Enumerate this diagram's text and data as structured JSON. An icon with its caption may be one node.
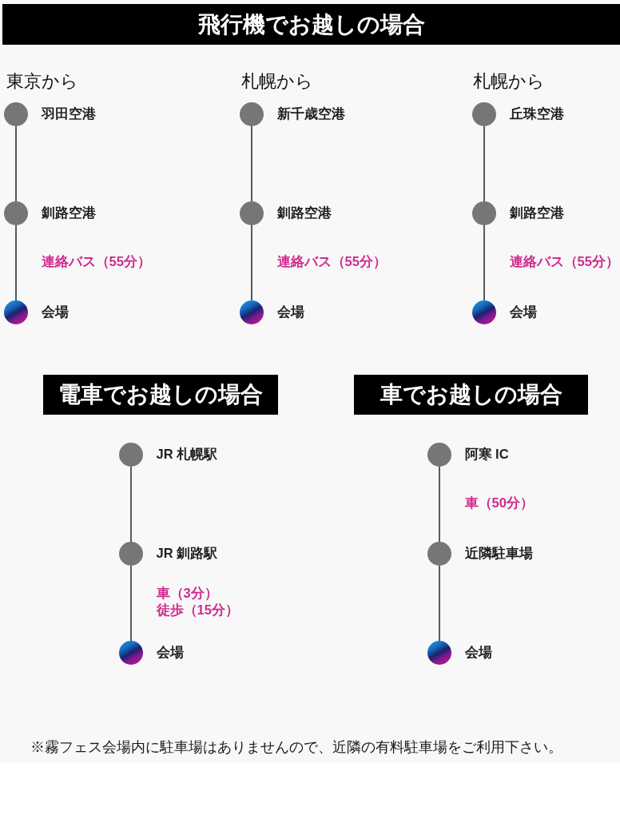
{
  "diagram": {
    "nodes": [
      {
        "text": [
          "飛行機でお越しの場合"
        ]
      },
      {
        "text": [],
        "shape": "circle",
        "beside": [
          "羽田空港"
        ]
      },
      {
        "text": [],
        "shape": "circle",
        "beside": [
          "釧路空港"
        ]
      },
      {
        "text": [],
        "shape": "circle",
        "beside": [
          "会場"
        ]
      },
      {
        "text": [],
        "shape": "circle",
        "beside": [
          "新千歳空港"
        ]
      },
      {
        "text": [],
        "shape": "circle",
        "beside": [
          "釧路空港"
        ]
      },
      {
        "text": [],
        "shape": "circle",
        "beside": [
          "会場"
        ]
      },
      {
        "text": [],
        "shape": "circle",
        "beside": [
          "丘珠空港"
        ]
      },
      {
        "text": [],
        "shape": "circle",
        "beside": [
          "釧路空港"
        ]
      },
      {
        "text": [],
        "shape": "circle",
        "beside": [
          "会場"
        ]
      },
      {
        "text": [
          "電車でお越しの場合"
        ]
      },
      {
        "text": [],
        "shape": "circle",
        "beside": [
          "JR 札幌駅"
        ]
      },
      {
        "text": [],
        "shape": "circle",
        "beside": [
          "JR 釧路駅"
        ]
      },
      {
        "text": [],
        "shape": "circle",
        "beside": [
          "会場"
        ]
      },
      {
        "text": [
          "車でお越しの場合"
        ]
      },
      {
        "text": [],
        "shape": "circle",
        "beside": [
          "阿寒 IC"
        ]
      },
      {
        "text": [],
        "shape": "circle",
        "beside": [
          "近隣駐車場"
        ]
      },
      {
        "text": [],
        "shape": "circle",
        "beside": [
          "会場"
        ]
      }
    ],
    "edges": [
      {
        "from": 1,
        "to": 2,
        "arrow": "none"
      },
      {
        "from": 2,
        "to": 3,
        "arrow": "none",
        "label": "連絡バス（55分）"
      },
      {
        "from": 4,
        "to": 5,
        "arrow": "none"
      },
      {
        "from": 5,
        "to": 6,
        "arrow": "none",
        "label": "連絡バス（55分）"
      },
      {
        "from": 7,
        "to": 8,
        "arrow": "none"
      },
      {
        "from": 8,
        "to": 9,
        "arrow": "none",
        "label": "連絡バス（55分）"
      },
      {
        "from": 11,
        "to": 12,
        "arrow": "none"
      },
      {
        "from": 12,
        "to": 13,
        "arrow": "none",
        "label": "車（3分）徒歩（15分）"
      },
      {
        "from": 15,
        "to": 16,
        "arrow": "none",
        "label": "車（50分）"
      },
      {
        "from": 16,
        "to": 17,
        "arrow": "none"
      }
    ],
    "labels": [
      "東京から",
      "札幌から",
      "札幌から",
      "※霧フェス会場内に駐車場はありませんので、近隣の有料駐車場をご利用下さい。"
    ]
  }
}
